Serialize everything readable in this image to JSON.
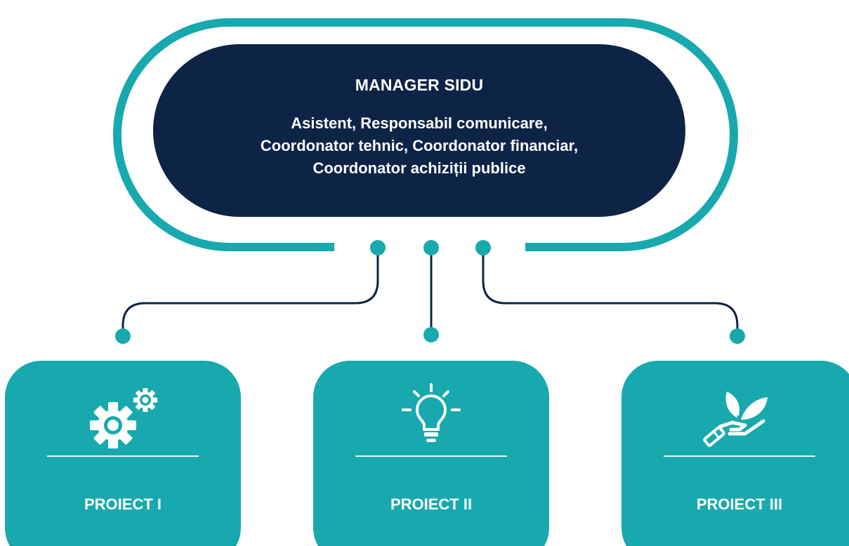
{
  "colors": {
    "teal": "#17a9ae",
    "navy": "#0d2447",
    "white": "#ffffff"
  },
  "manager": {
    "title": "MANAGER SIDU",
    "roles": [
      "Asistent, Responsabil comunicare,",
      "Coordonator tehnic, Coordonator financiar,",
      "Coordonator achiziții publice"
    ]
  },
  "projects": [
    {
      "label": "PROIECT I",
      "icon": "gears-icon"
    },
    {
      "label": "PROIECT II",
      "icon": "lightbulb-icon"
    },
    {
      "label": "PROIECT III",
      "icon": "hand-leaves-icon"
    }
  ]
}
